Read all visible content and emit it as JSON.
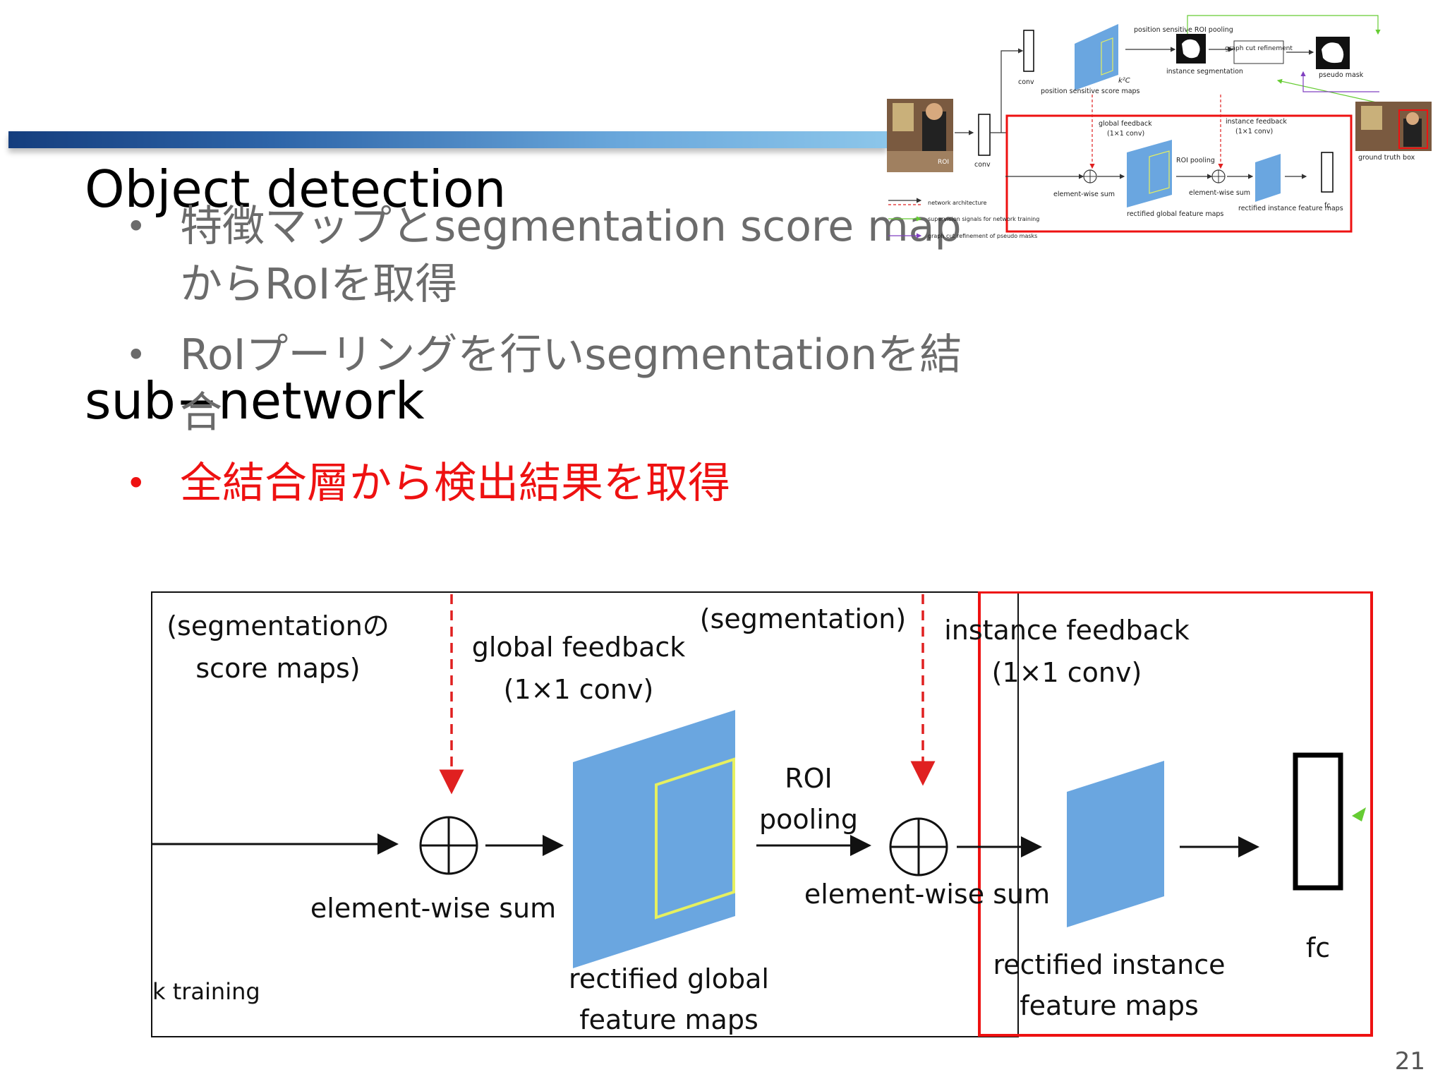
{
  "slide": {
    "title_line1": "Object detection",
    "title_line2": "sub−network",
    "page_number": "21"
  },
  "bullets": [
    {
      "text": "特徴マップとsegmentation score mapからRoIを取得",
      "color": "#6b6b6b"
    },
    {
      "text": "RoIプーリングを行いsegmentationを結合",
      "color": "#6b6b6b"
    },
    {
      "text": "全結合層から検出結果を取得",
      "color": "#ee1111"
    }
  ],
  "thumbnail": {
    "position_sensitive_roi_pooling": "position sensitive ROI pooling",
    "graph_cut_refinement": "graph cut refinement",
    "conv_top": "conv",
    "k2c": "k²C",
    "position_sensitive_score_maps": "position sensitive score maps",
    "instance_segmentation": "instance segmentation",
    "pseudo_mask": "pseudo mask",
    "roi_image_label": "ROI",
    "conv_mid": "conv",
    "global_feedback": "global feedback",
    "global_feedback_conv": "(1×1 conv)",
    "instance_feedback": "instance feedback",
    "instance_feedback_conv": "(1×1 conv)",
    "ground_truth_box": "ground truth box",
    "roi_pooling": "ROI pooling",
    "element_wise_sum": "element-wise sum",
    "rectified_global": "rectified global feature maps",
    "rectified_instance": "rectified instance feature maps",
    "fc": "fc",
    "legend_network": "network architecture",
    "legend_supervision": "supervision signals for network training",
    "legend_graphcut": "graph cut refinement of pseudo masks"
  },
  "diagram": {
    "seg_score_maps_line1": "(segmentationの",
    "seg_score_maps_line2": "score maps)",
    "global_feedback": "global feedback",
    "global_feedback_conv": "(1×1 conv)",
    "segmentation_label": "(segmentation)",
    "instance_feedback": "instance feedback",
    "instance_feedback_conv": "(1×1 conv)",
    "roi_line1": "ROI",
    "roi_line2": "pooling",
    "element_wise_sum_1": "element-wise sum",
    "element_wise_sum_2": "element-wise sum",
    "rectified_global_line1": "rectified global",
    "rectified_global_line2": "feature maps",
    "rectified_instance_line1": "rectified instance",
    "rectified_instance_line2": "feature maps",
    "fc": "fc",
    "k_training": "k training"
  },
  "colors": {
    "highlight_red": "#ee1111",
    "feature_map_blue": "#6aa6e0",
    "yellow_outline": "#e6f060",
    "feedback_red": "#e02020",
    "supervision_green": "#66cc33",
    "graphcut_purple": "#8040c0"
  }
}
